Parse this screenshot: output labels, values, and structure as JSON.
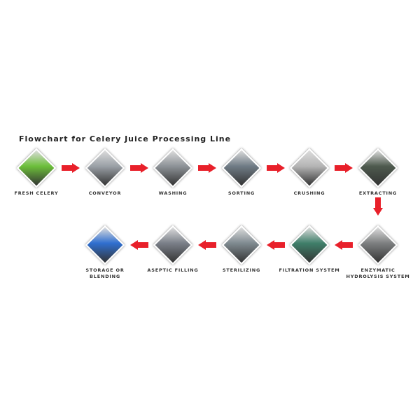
{
  "title": "Flowchart for Celery Juice Processing Line",
  "steps": [
    {
      "label": "FRESH CELERY",
      "color": "#6cbf3a"
    },
    {
      "label": "CONVEYOR",
      "color": "#9aa0a6"
    },
    {
      "label": "WASHING",
      "color": "#8d9297"
    },
    {
      "label": "SORTING",
      "color": "#6f7b85"
    },
    {
      "label": "CRUSHING",
      "color": "#b5b5b5"
    },
    {
      "label": "EXTRACTING",
      "color": "#4e5a4e"
    },
    {
      "label": "ENZYMATIC HYDROLYSIS SYSTEM",
      "color": "#7d7f80"
    },
    {
      "label": "FILTRATION SYSTEM",
      "color": "#3f7f6a"
    },
    {
      "label": "STERILIZING",
      "color": "#7f8a90"
    },
    {
      "label": "ASEPTIC FILLING",
      "color": "#7a7f88"
    },
    {
      "label": "STORAGE OR BLENDING",
      "color": "#2f6fd0"
    }
  ],
  "arrow_color": "#e8202a"
}
